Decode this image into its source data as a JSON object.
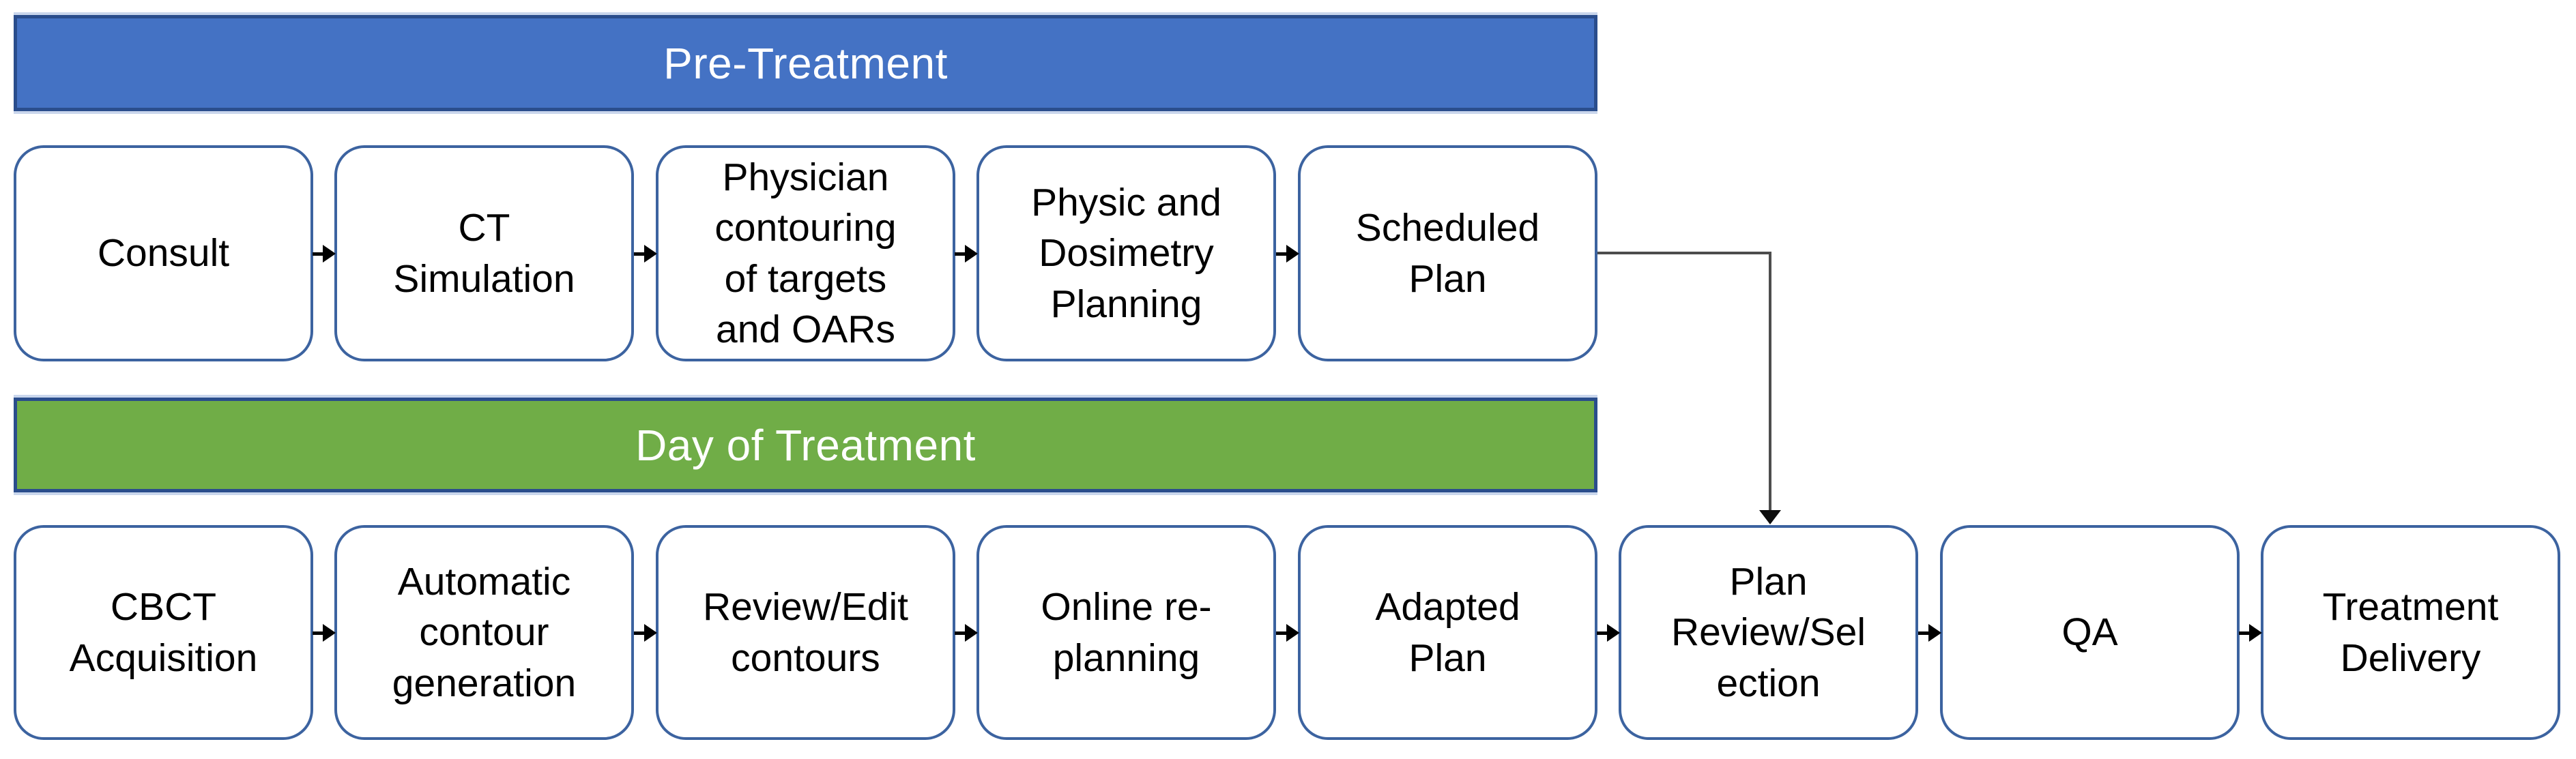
{
  "diagram": {
    "title_semantic": "Adaptive radiotherapy workflow",
    "colors": {
      "pre_treatment_fill": "#4472C4",
      "day_of_treatment_fill": "#70AD47",
      "banner_border": "#2A4D8C",
      "banner_text": "#FFFFFF",
      "box_border": "#3C63A0",
      "box_fill": "#FFFFFF",
      "box_text": "#000000",
      "connector_line": "#4D4D4D",
      "arrow_color": "#000000"
    }
  },
  "banners": {
    "pre_treatment": {
      "label": "Pre-Treatment"
    },
    "day_of_treatment": {
      "label": "Day of Treatment"
    }
  },
  "flow": {
    "pre_treatment": {
      "boxes": [
        {
          "label": "Consult"
        },
        {
          "label": "CT\nSimulation"
        },
        {
          "label": "Physician\ncontouring\nof targets\nand OARs"
        },
        {
          "label": "Physic and\nDosimetry\nPlanning"
        },
        {
          "label": "Scheduled\nPlan"
        }
      ]
    },
    "day_of_treatment": {
      "boxes": [
        {
          "label": "CBCT\nAcquisition"
        },
        {
          "label": "Automatic\ncontour\ngeneration"
        },
        {
          "label": "Review/Edit\ncontours"
        },
        {
          "label": "Online re-\nplanning"
        },
        {
          "label": "Adapted\nPlan"
        },
        {
          "label": "Plan\nReview/Sel\nection"
        },
        {
          "label": "QA"
        },
        {
          "label": "Treatment\nDelivery"
        }
      ]
    },
    "cross_connection": {
      "from": "Scheduled Plan",
      "to": "Plan Review/Selection"
    }
  }
}
